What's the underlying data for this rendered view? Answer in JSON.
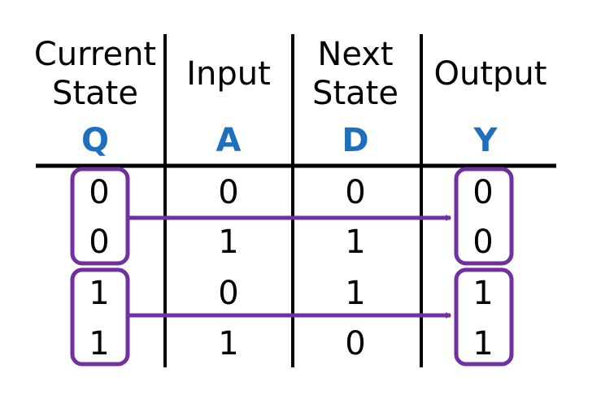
{
  "table": {
    "columns": [
      {
        "header_lines": [
          "Current",
          "State"
        ],
        "variable": "Q"
      },
      {
        "header_lines": [
          "Input"
        ],
        "variable": "A"
      },
      {
        "header_lines": [
          "Next",
          "State"
        ],
        "variable": "D"
      },
      {
        "header_lines": [
          "Output"
        ],
        "variable": "Y"
      }
    ],
    "rows": [
      [
        "0",
        "0",
        "0",
        "0"
      ],
      [
        "0",
        "1",
        "1",
        "0"
      ],
      [
        "1",
        "0",
        "1",
        "1"
      ],
      [
        "1",
        "1",
        "0",
        "1"
      ]
    ]
  },
  "colors": {
    "variable_label": "#1f6fbf",
    "highlight": "#7030a0",
    "rule": "#000000"
  },
  "highlight_groups": [
    {
      "rows": [
        0,
        1
      ],
      "from_column": 0,
      "to_column": 3
    },
    {
      "rows": [
        2,
        3
      ],
      "from_column": 0,
      "to_column": 3
    }
  ]
}
